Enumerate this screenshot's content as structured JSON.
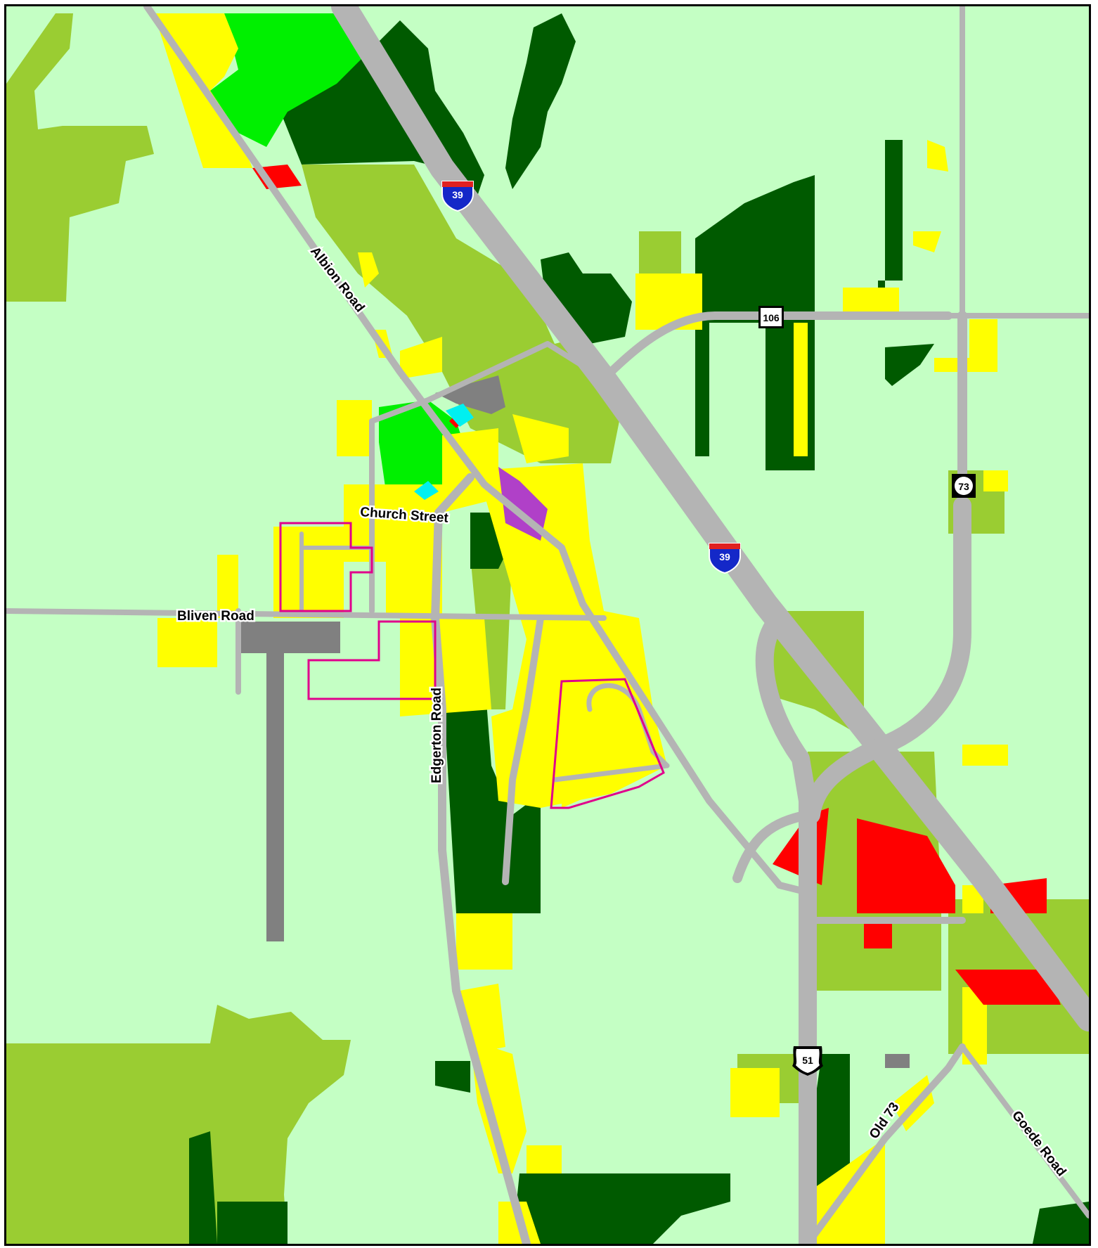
{
  "colors": {
    "background": "#c4ffc4",
    "agriculture": "#9acd32",
    "woodland": "#005a00",
    "park": "#00f000",
    "residential": "#ffff00",
    "commercial": "#ff0000",
    "industrial": "#808080",
    "institutional": "#b040c8",
    "water": "#00f0f0",
    "road": "#b4b4b4",
    "district_outline": "#e0008c"
  },
  "road_labels": {
    "albion": "Albion Road",
    "church": "Church Street",
    "bliven": "Bliven Road",
    "edgerton": "Edgerton Road",
    "old73": "Old 73",
    "goede": "Goede Road"
  },
  "shields": {
    "i39_top": "39",
    "i39_mid": "39",
    "wi106": "106",
    "wi73": "73",
    "us51": "51"
  }
}
